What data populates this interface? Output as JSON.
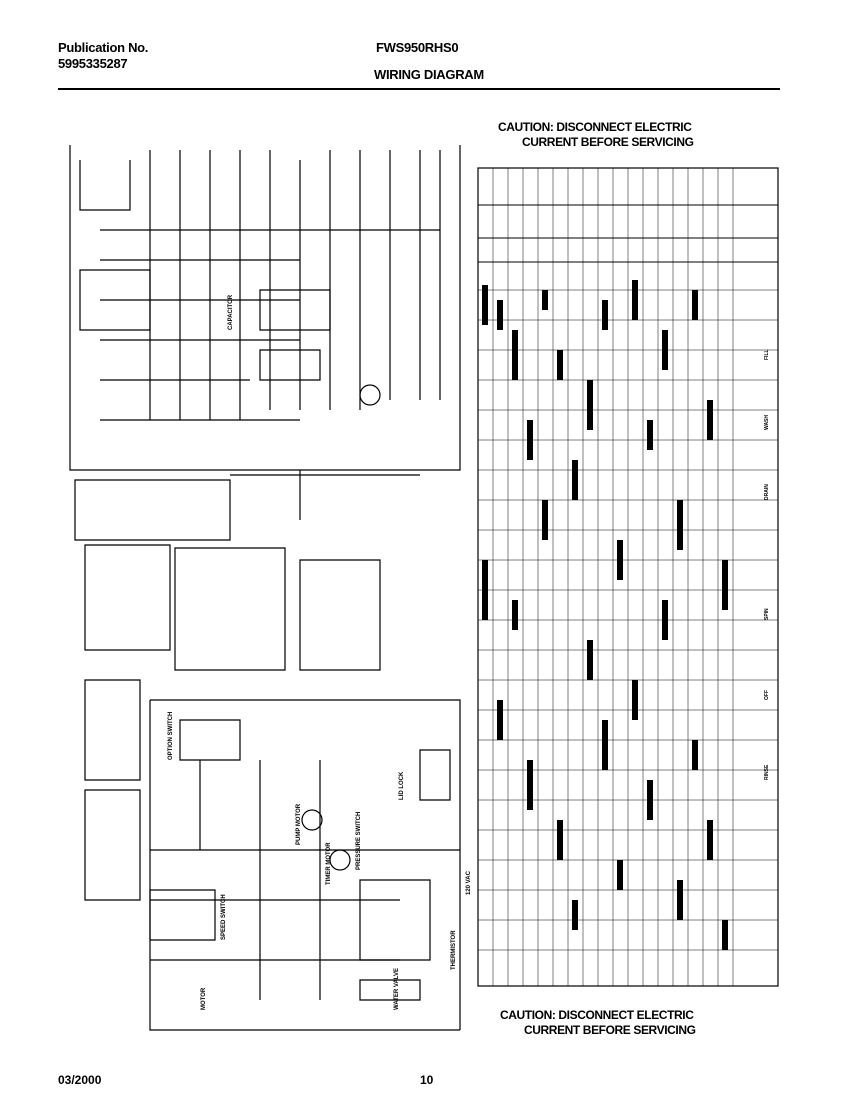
{
  "header": {
    "publication_label": "Publication No.",
    "publication_number": "5995335287",
    "model": "FWS950RHS0",
    "title": "WIRING DIAGRAM"
  },
  "caution_top": {
    "line1": "CAUTION: DISCONNECT ELECTRIC",
    "line2": "CURRENT BEFORE SERVICING"
  },
  "caution_bottom": {
    "line1": "CAUTION: DISCONNECT ELECTRIC",
    "line2": "CURRENT BEFORE SERVICING"
  },
  "footer": {
    "date": "03/2000",
    "page": "10"
  },
  "diagram": {
    "component_labels": [
      "PUMP MOTOR",
      "TIMER MOTOR",
      "LID LOCK",
      "PRESSURE SWITCH",
      "WATER VALVE",
      "THERMISTOR",
      "OPTION SWITCH",
      "MOTOR",
      "SPEED SWITCH",
      "CAPACITOR"
    ],
    "voltage_label": "120 VAC",
    "chart_labels": [
      "FILL",
      "WASH",
      "DRAIN",
      "SPIN",
      "RINSE",
      "OFF"
    ]
  }
}
